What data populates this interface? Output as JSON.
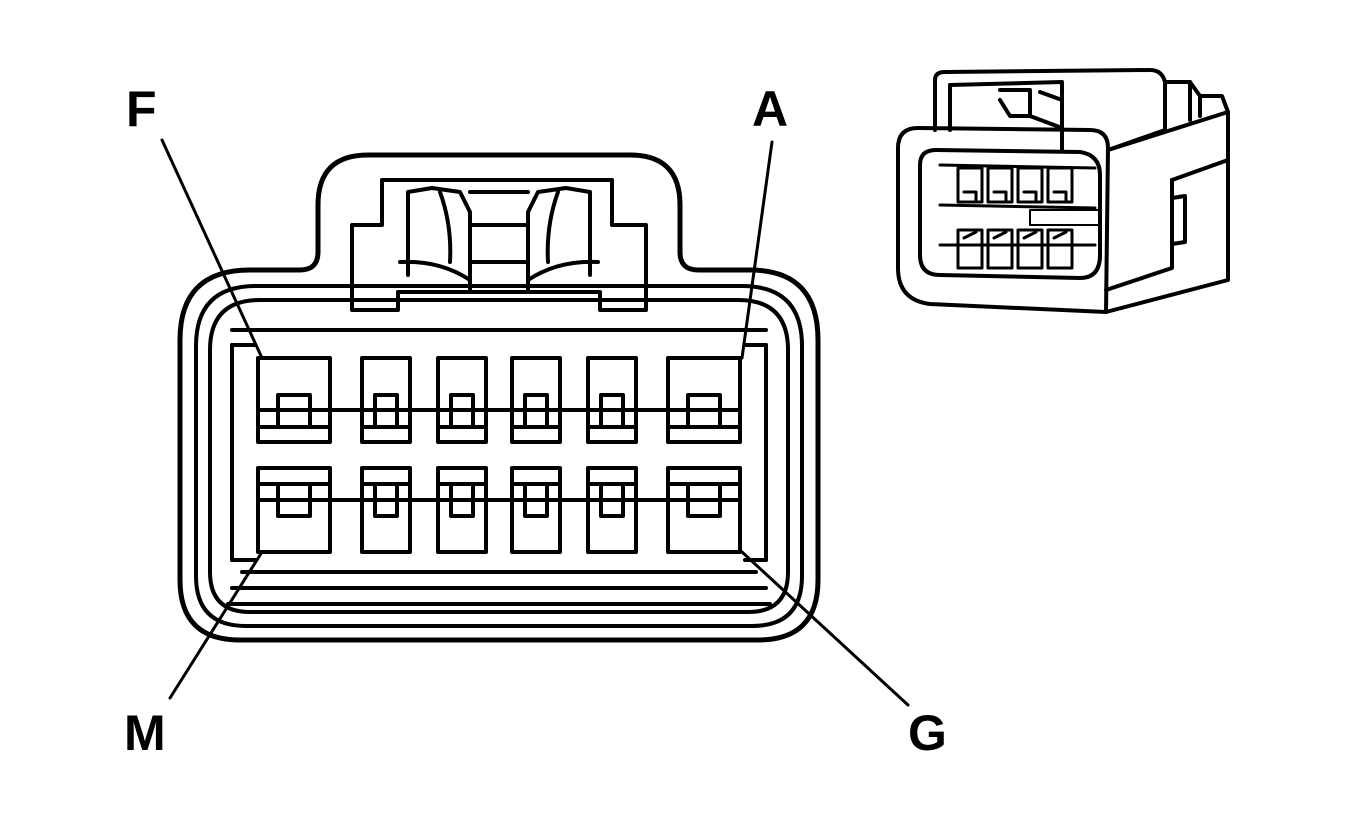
{
  "labels": {
    "pin_a": "A",
    "pin_f": "F",
    "pin_g": "G",
    "pin_m": "M"
  },
  "connector": {
    "pins_per_row": 6,
    "rows": 2
  },
  "colors": {
    "line": "#000000",
    "background": "#ffffff"
  }
}
